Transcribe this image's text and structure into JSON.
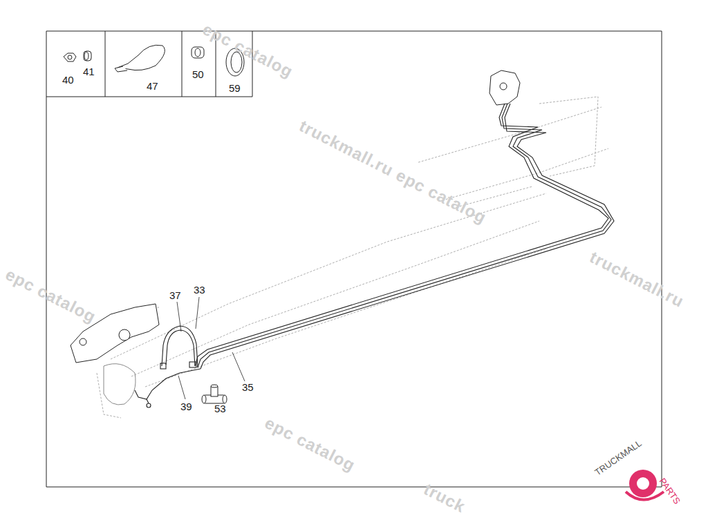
{
  "diagram": {
    "labels": [
      "40",
      "41",
      "47",
      "50",
      "59",
      "37",
      "33",
      "35",
      "39",
      "53",
      "epc catalog",
      "truckmall.ru epc catalog",
      "truckmall.ru",
      "epc catalog",
      "epc catalog",
      "truck",
      "TRUCKMALL",
      "PARTS"
    ]
  }
}
